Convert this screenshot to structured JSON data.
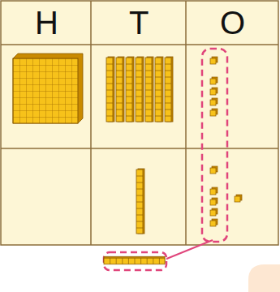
{
  "diagram": {
    "labels": [
      "H",
      "T",
      "O"
    ]
  }
}
